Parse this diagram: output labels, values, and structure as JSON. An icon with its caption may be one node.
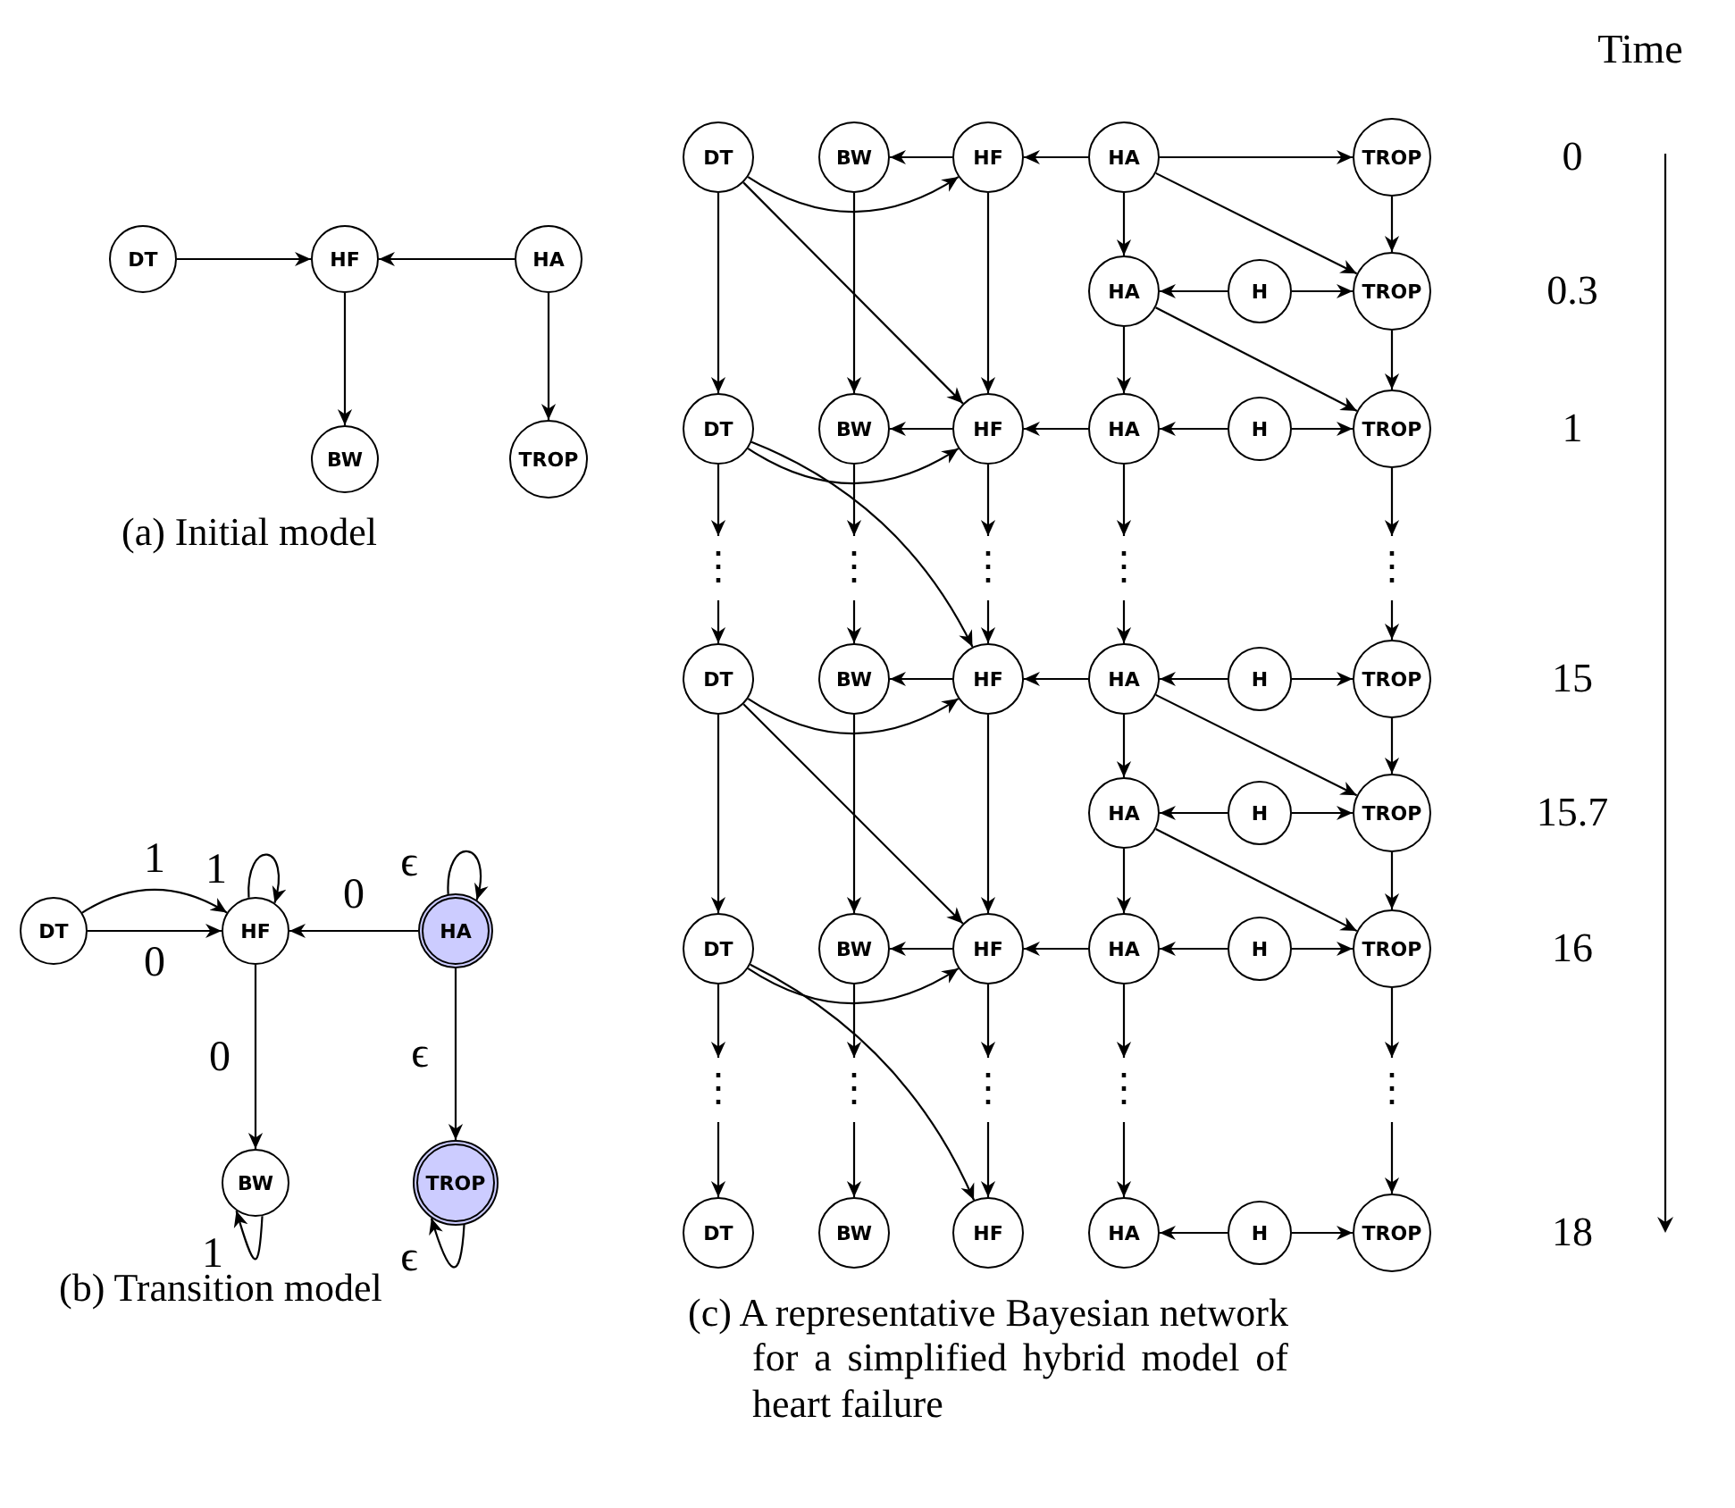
{
  "diagram": {
    "nodes": [
      {
        "text": [
          "DT"
        ]
      },
      {
        "text": [
          "HF"
        ]
      },
      {
        "text": [
          "HA"
        ]
      },
      {
        "text": [
          "BW"
        ]
      },
      {
        "text": [
          "TROP"
        ]
      },
      {
        "text": [
          "DT"
        ]
      },
      {
        "text": [
          "HF"
        ]
      },
      {
        "text": [
          "HA"
        ]
      },
      {
        "text": [
          "BW"
        ]
      },
      {
        "text": [
          "TROP"
        ]
      },
      {
        "text": [
          "DT"
        ]
      },
      {
        "text": [
          "BW"
        ]
      },
      {
        "text": [
          "HF"
        ]
      },
      {
        "text": [
          "HA"
        ]
      },
      {
        "text": [
          "TROP"
        ]
      },
      {
        "text": [
          "HA"
        ]
      },
      {
        "text": [
          "H"
        ]
      },
      {
        "text": [
          "TROP"
        ]
      },
      {
        "text": [
          "DT"
        ]
      },
      {
        "text": [
          "BW"
        ]
      },
      {
        "text": [
          "HF"
        ]
      },
      {
        "text": [
          "HA"
        ]
      },
      {
        "text": [
          "H"
        ]
      },
      {
        "text": [
          "TROP"
        ]
      },
      {
        "text": [
          "⋮"
        ]
      },
      {
        "text": [
          "⋮"
        ]
      },
      {
        "text": [
          "⋮"
        ]
      },
      {
        "text": [
          "⋮"
        ]
      },
      {
        "text": [
          "⋮"
        ]
      },
      {
        "text": [
          "DT"
        ]
      },
      {
        "text": [
          "BW"
        ]
      },
      {
        "text": [
          "HF"
        ]
      },
      {
        "text": [
          "HA"
        ]
      },
      {
        "text": [
          "H"
        ]
      },
      {
        "text": [
          "TROP"
        ]
      },
      {
        "text": [
          "HA"
        ]
      },
      {
        "text": [
          "H"
        ]
      },
      {
        "text": [
          "TROP"
        ]
      },
      {
        "text": [
          "DT"
        ]
      },
      {
        "text": [
          "BW"
        ]
      },
      {
        "text": [
          "HF"
        ]
      },
      {
        "text": [
          "HA"
        ]
      },
      {
        "text": [
          "H"
        ]
      },
      {
        "text": [
          "TROP"
        ]
      },
      {
        "text": [
          "⋮"
        ]
      },
      {
        "text": [
          "⋮"
        ]
      },
      {
        "text": [
          "⋮"
        ]
      },
      {
        "text": [
          "⋮"
        ]
      },
      {
        "text": [
          "⋮"
        ]
      },
      {
        "text": [
          "DT"
        ]
      },
      {
        "text": [
          "BW"
        ]
      },
      {
        "text": [
          "HF"
        ]
      },
      {
        "text": [
          "HA"
        ]
      },
      {
        "text": [
          "H"
        ]
      },
      {
        "text": [
          "TROP"
        ]
      }
    ],
    "edges": [
      {
        "from": 0,
        "to": 1,
        "arrow": "to"
      },
      {
        "from": 2,
        "to": 1,
        "arrow": "to"
      },
      {
        "from": 1,
        "to": 3,
        "arrow": "to"
      },
      {
        "from": 2,
        "to": 4,
        "arrow": "to"
      },
      {
        "from": 5,
        "to": 6,
        "arrow": "to",
        "label": "1"
      },
      {
        "from": 5,
        "to": 6,
        "arrow": "to",
        "label": "0"
      },
      {
        "from": 6,
        "to": 6,
        "arrow": "to",
        "label": "1"
      },
      {
        "from": 7,
        "to": 6,
        "arrow": "to",
        "label": "0"
      },
      {
        "from": 7,
        "to": 7,
        "arrow": "to",
        "label": "ϵ"
      },
      {
        "from": 6,
        "to": 8,
        "arrow": "to",
        "label": "0"
      },
      {
        "from": 7,
        "to": 9,
        "arrow": "to",
        "label": "ϵ"
      },
      {
        "from": 8,
        "to": 8,
        "arrow": "to",
        "label": "1"
      },
      {
        "from": 9,
        "to": 9,
        "arrow": "to",
        "label": "ϵ"
      },
      {
        "from": 12,
        "to": 11,
        "arrow": "to"
      },
      {
        "from": 13,
        "to": 12,
        "arrow": "to"
      },
      {
        "from": 13,
        "to": 14,
        "arrow": "to"
      },
      {
        "from": 10,
        "to": 12,
        "arrow": "to"
      },
      {
        "from": 10,
        "to": 18,
        "arrow": "to"
      },
      {
        "from": 10,
        "to": 20,
        "arrow": "to"
      },
      {
        "from": 11,
        "to": 19,
        "arrow": "to"
      },
      {
        "from": 12,
        "to": 20,
        "arrow": "to"
      },
      {
        "from": 13,
        "to": 15,
        "arrow": "to"
      },
      {
        "from": 13,
        "to": 17,
        "arrow": "to"
      },
      {
        "from": 14,
        "to": 17,
        "arrow": "to"
      },
      {
        "from": 16,
        "to": 15,
        "arrow": "to"
      },
      {
        "from": 16,
        "to": 17,
        "arrow": "to"
      },
      {
        "from": 15,
        "to": 21,
        "arrow": "to"
      },
      {
        "from": 15,
        "to": 23,
        "arrow": "to"
      },
      {
        "from": 17,
        "to": 23,
        "arrow": "to"
      },
      {
        "from": 20,
        "to": 19,
        "arrow": "to"
      },
      {
        "from": 21,
        "to": 20,
        "arrow": "to"
      },
      {
        "from": 22,
        "to": 21,
        "arrow": "to"
      },
      {
        "from": 22,
        "to": 23,
        "arrow": "to"
      },
      {
        "from": 18,
        "to": 20,
        "arrow": "to"
      },
      {
        "from": 18,
        "to": 24,
        "arrow": "to"
      },
      {
        "from": 19,
        "to": 25,
        "arrow": "to"
      },
      {
        "from": 20,
        "to": 26,
        "arrow": "to"
      },
      {
        "from": 21,
        "to": 27,
        "arrow": "to"
      },
      {
        "from": 23,
        "to": 28,
        "arrow": "to"
      },
      {
        "from": 18,
        "to": 31,
        "arrow": "to"
      },
      {
        "from": 24,
        "to": 29,
        "arrow": "to"
      },
      {
        "from": 25,
        "to": 30,
        "arrow": "to"
      },
      {
        "from": 26,
        "to": 31,
        "arrow": "to"
      },
      {
        "from": 27,
        "to": 32,
        "arrow": "to"
      },
      {
        "from": 28,
        "to": 34,
        "arrow": "to"
      },
      {
        "from": 31,
        "to": 30,
        "arrow": "to"
      },
      {
        "from": 32,
        "to": 31,
        "arrow": "to"
      },
      {
        "from": 33,
        "to": 32,
        "arrow": "to"
      },
      {
        "from": 33,
        "to": 34,
        "arrow": "to"
      },
      {
        "from": 29,
        "to": 31,
        "arrow": "to"
      },
      {
        "from": 29,
        "to": 38,
        "arrow": "to"
      },
      {
        "from": 29,
        "to": 40,
        "arrow": "to"
      },
      {
        "from": 30,
        "to": 39,
        "arrow": "to"
      },
      {
        "from": 31,
        "to": 40,
        "arrow": "to"
      },
      {
        "from": 32,
        "to": 35,
        "arrow": "to"
      },
      {
        "from": 32,
        "to": 37,
        "arrow": "to"
      },
      {
        "from": 34,
        "to": 37,
        "arrow": "to"
      },
      {
        "from": 36,
        "to": 35,
        "arrow": "to"
      },
      {
        "from": 36,
        "to": 37,
        "arrow": "to"
      },
      {
        "from": 35,
        "to": 41,
        "arrow": "to"
      },
      {
        "from": 35,
        "to": 43,
        "arrow": "to"
      },
      {
        "from": 37,
        "to": 43,
        "arrow": "to"
      },
      {
        "from": 40,
        "to": 39,
        "arrow": "to"
      },
      {
        "from": 41,
        "to": 40,
        "arrow": "to"
      },
      {
        "from": 42,
        "to": 41,
        "arrow": "to"
      },
      {
        "from": 42,
        "to": 43,
        "arrow": "to"
      },
      {
        "from": 38,
        "to": 40,
        "arrow": "to"
      },
      {
        "from": 38,
        "to": 44,
        "arrow": "to"
      },
      {
        "from": 39,
        "to": 45,
        "arrow": "to"
      },
      {
        "from": 40,
        "to": 46,
        "arrow": "to"
      },
      {
        "from": 41,
        "to": 47,
        "arrow": "to"
      },
      {
        "from": 43,
        "to": 48,
        "arrow": "to"
      },
      {
        "from": 38,
        "to": 51,
        "arrow": "to"
      },
      {
        "from": 44,
        "to": 49,
        "arrow": "to"
      },
      {
        "from": 45,
        "to": 50,
        "arrow": "to"
      },
      {
        "from": 46,
        "to": 51,
        "arrow": "to"
      },
      {
        "from": 47,
        "to": 52,
        "arrow": "to"
      },
      {
        "from": 48,
        "to": 54,
        "arrow": "to"
      },
      {
        "from": 53,
        "to": 52,
        "arrow": "to"
      },
      {
        "from": 53,
        "to": 54,
        "arrow": "to"
      }
    ],
    "labels": [
      "Time",
      "0",
      "0.3",
      "1",
      "(a) Initial model",
      "15",
      "15.7",
      "16",
      "18",
      "(b) Transition model",
      "(c) A representative Bayesian network for a simplified hybrid model of heart failure"
    ]
  }
}
